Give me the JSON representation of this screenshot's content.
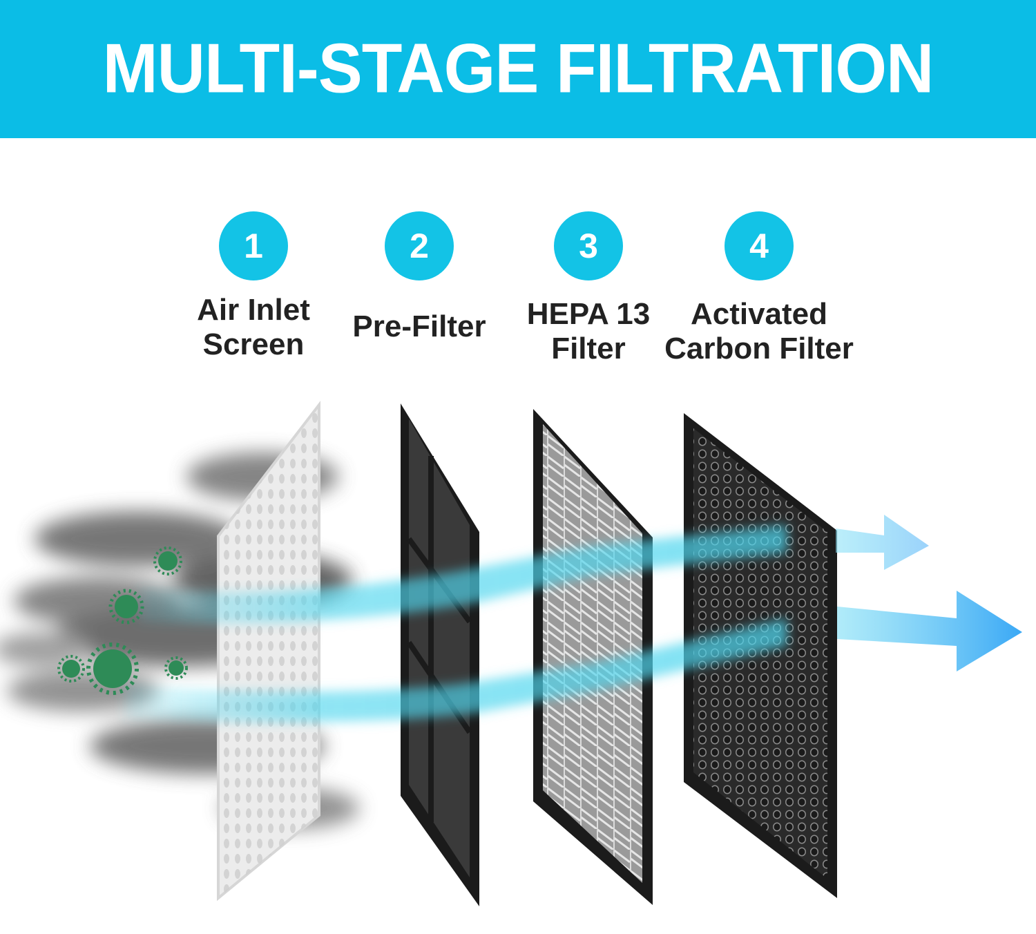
{
  "banner": {
    "title": "MULTI-STAGE FILTRATION",
    "color": "#0bbde6"
  },
  "stages": [
    {
      "number": "1",
      "line1": "Air Inlet",
      "line2": "Screen"
    },
    {
      "number": "2",
      "line1": "Pre-Filter",
      "line2": ""
    },
    {
      "number": "3",
      "line1": "HEPA 13",
      "line2": "Filter"
    },
    {
      "number": "4",
      "line1": "Activated",
      "line2": "Carbon Filter"
    }
  ],
  "colors": {
    "badge": "#13c3e6",
    "airflow": "#4fd6ee",
    "arrow": "#3aa8f5",
    "germ": "#2e8b57",
    "frame": "#1b1b1b"
  }
}
